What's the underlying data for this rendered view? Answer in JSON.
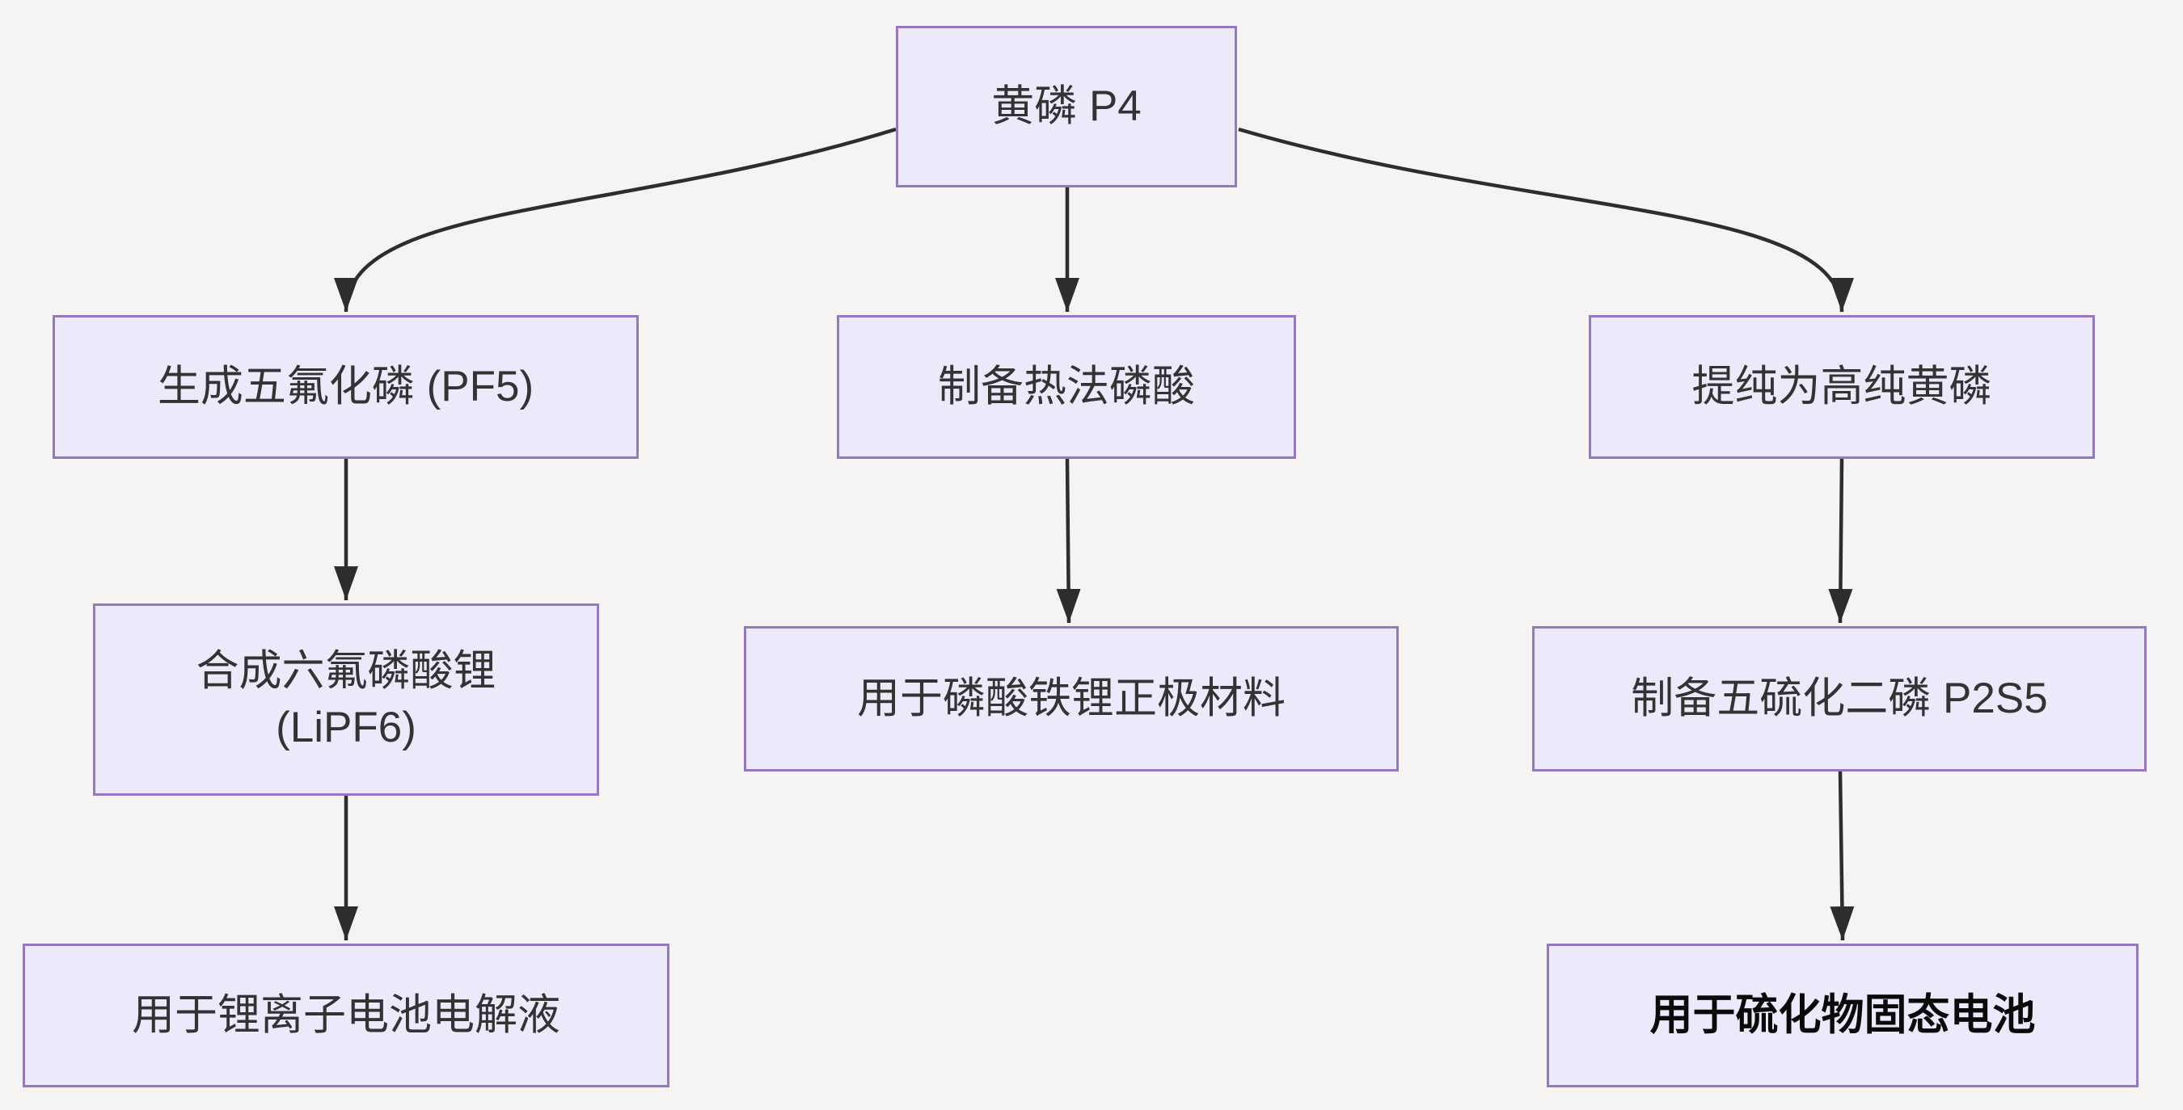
{
  "diagram": {
    "type": "flowchart",
    "direction": "top-down",
    "root_label": "黄磷 P4",
    "colors": {
      "background": "#f5f4f2",
      "node_fill": "#eceafa",
      "node_border": "#9678c0",
      "edge": "#2d2d2d",
      "text": "#333333"
    },
    "nodes": [
      {
        "id": "p4",
        "label": "黄磷 P4",
        "bold": false
      },
      {
        "id": "pf5",
        "label": "生成五氟化磷 (PF5)",
        "bold": false
      },
      {
        "id": "lipf6",
        "label": "合成六氟磷酸锂\n(LiPF6)",
        "bold": false
      },
      {
        "id": "electrolyte",
        "label": "用于锂离子电池电解液",
        "bold": false
      },
      {
        "id": "thermal-acid",
        "label": "制备热法磷酸",
        "bold": false
      },
      {
        "id": "lfp-cathode",
        "label": "用于磷酸铁锂正极材料",
        "bold": false
      },
      {
        "id": "purified-p4",
        "label": "提纯为高纯黄磷",
        "bold": false
      },
      {
        "id": "p2s5",
        "label": "制备五硫化二磷 P2S5",
        "bold": false
      },
      {
        "id": "solid-state",
        "label": "用于硫化物固态电池",
        "bold": true
      }
    ],
    "edges": [
      {
        "from": "p4",
        "to": "pf5"
      },
      {
        "from": "p4",
        "to": "thermal-acid"
      },
      {
        "from": "p4",
        "to": "purified-p4"
      },
      {
        "from": "pf5",
        "to": "lipf6"
      },
      {
        "from": "lipf6",
        "to": "electrolyte"
      },
      {
        "from": "thermal-acid",
        "to": "lfp-cathode"
      },
      {
        "from": "purified-p4",
        "to": "p2s5"
      },
      {
        "from": "p2s5",
        "to": "solid-state"
      }
    ]
  }
}
